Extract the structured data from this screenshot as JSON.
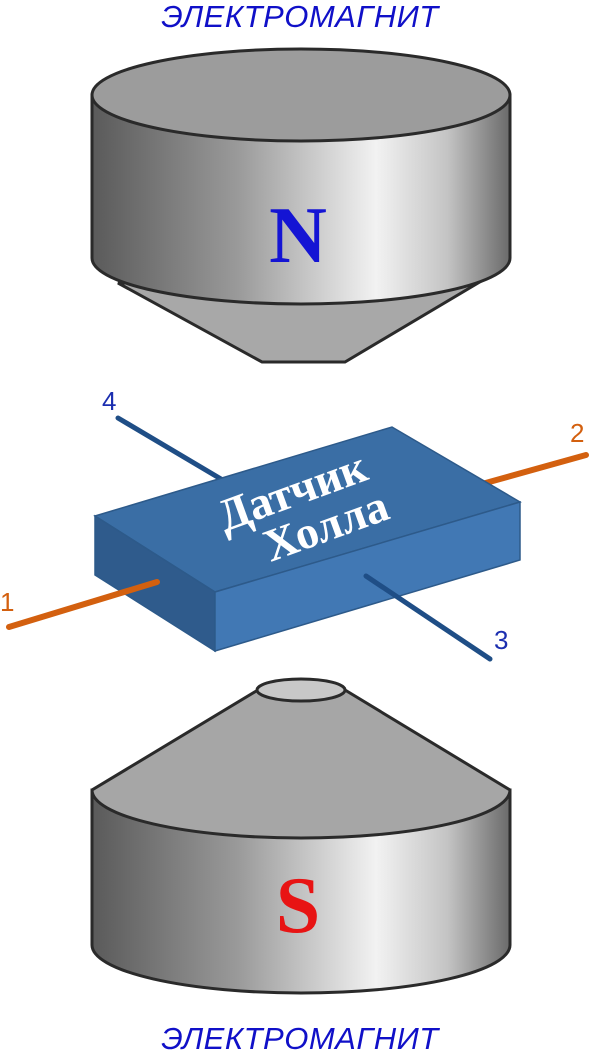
{
  "top_magnet": {
    "caption": "ЭЛЕКТРОМАГНИТ",
    "pole": "N",
    "pole_color": "#1414d4"
  },
  "bottom_magnet": {
    "caption": "ЭЛЕКТРОМАГНИТ",
    "pole": "S",
    "pole_color": "#e81414"
  },
  "sensor": {
    "line1": "Датчик",
    "line2": "Холла",
    "top_color": "#3a6ea5",
    "front_color": "#4178b4",
    "side_color": "#2f5b8c"
  },
  "leads": [
    {
      "label": "1",
      "color": "#d3600f"
    },
    {
      "label": "2",
      "color": "#d3600f"
    },
    {
      "label": "3",
      "color": "#1c2fb0"
    },
    {
      "label": "4",
      "color": "#1c2fb0"
    }
  ],
  "colors": {
    "current_leads": "#d3600f",
    "hall_leads": "#1c2fb0",
    "wire_blue": "#1f4e86",
    "magnet_outline": "#2a2a2a"
  }
}
